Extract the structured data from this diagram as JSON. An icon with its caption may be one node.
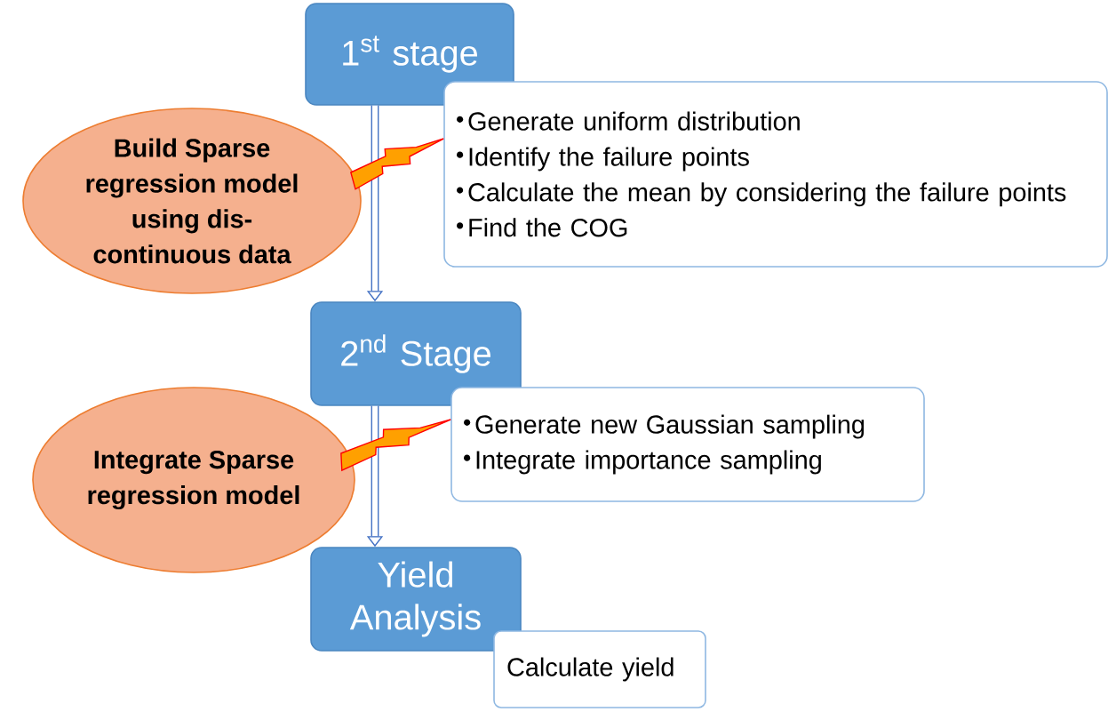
{
  "diagram": {
    "nodes": [
      {
        "text": [
          "1$^{st}$ stage"
        ]
      },
      {
        "text": [
          "Generate uniform distribution",
          "Identify the failure points",
          "Calculate the mean by considering the failure points",
          "Find the COG"
        ]
      },
      {
        "text": [
          "Build Sparse regression model using dis- continuous data"
        ]
      },
      {
        "text": [
          "2$^{nd}$ Stage"
        ]
      },
      {
        "text": [
          "Generate new Gaussian sampling",
          "Integrate importance sampling"
        ]
      },
      {
        "text": [
          "Integrate Sparse regression model"
        ]
      },
      {
        "text": [
          "Yield Analysis"
        ]
      },
      {
        "text": [
          "Calculate yield"
        ]
      }
    ],
    "edges": [
      {
        "from": 0,
        "to": 3,
        "arrow": "to",
        "color": "#4472c4"
      },
      {
        "from": 2,
        "to": 1,
        "arrow": "to",
        "color": "#ffa000"
      },
      {
        "from": 3,
        "to": 6,
        "arrow": "to",
        "color": "#4472c4"
      },
      {
        "from": 5,
        "to": 4,
        "arrow": "to",
        "color": "#ffa000"
      }
    ]
  }
}
